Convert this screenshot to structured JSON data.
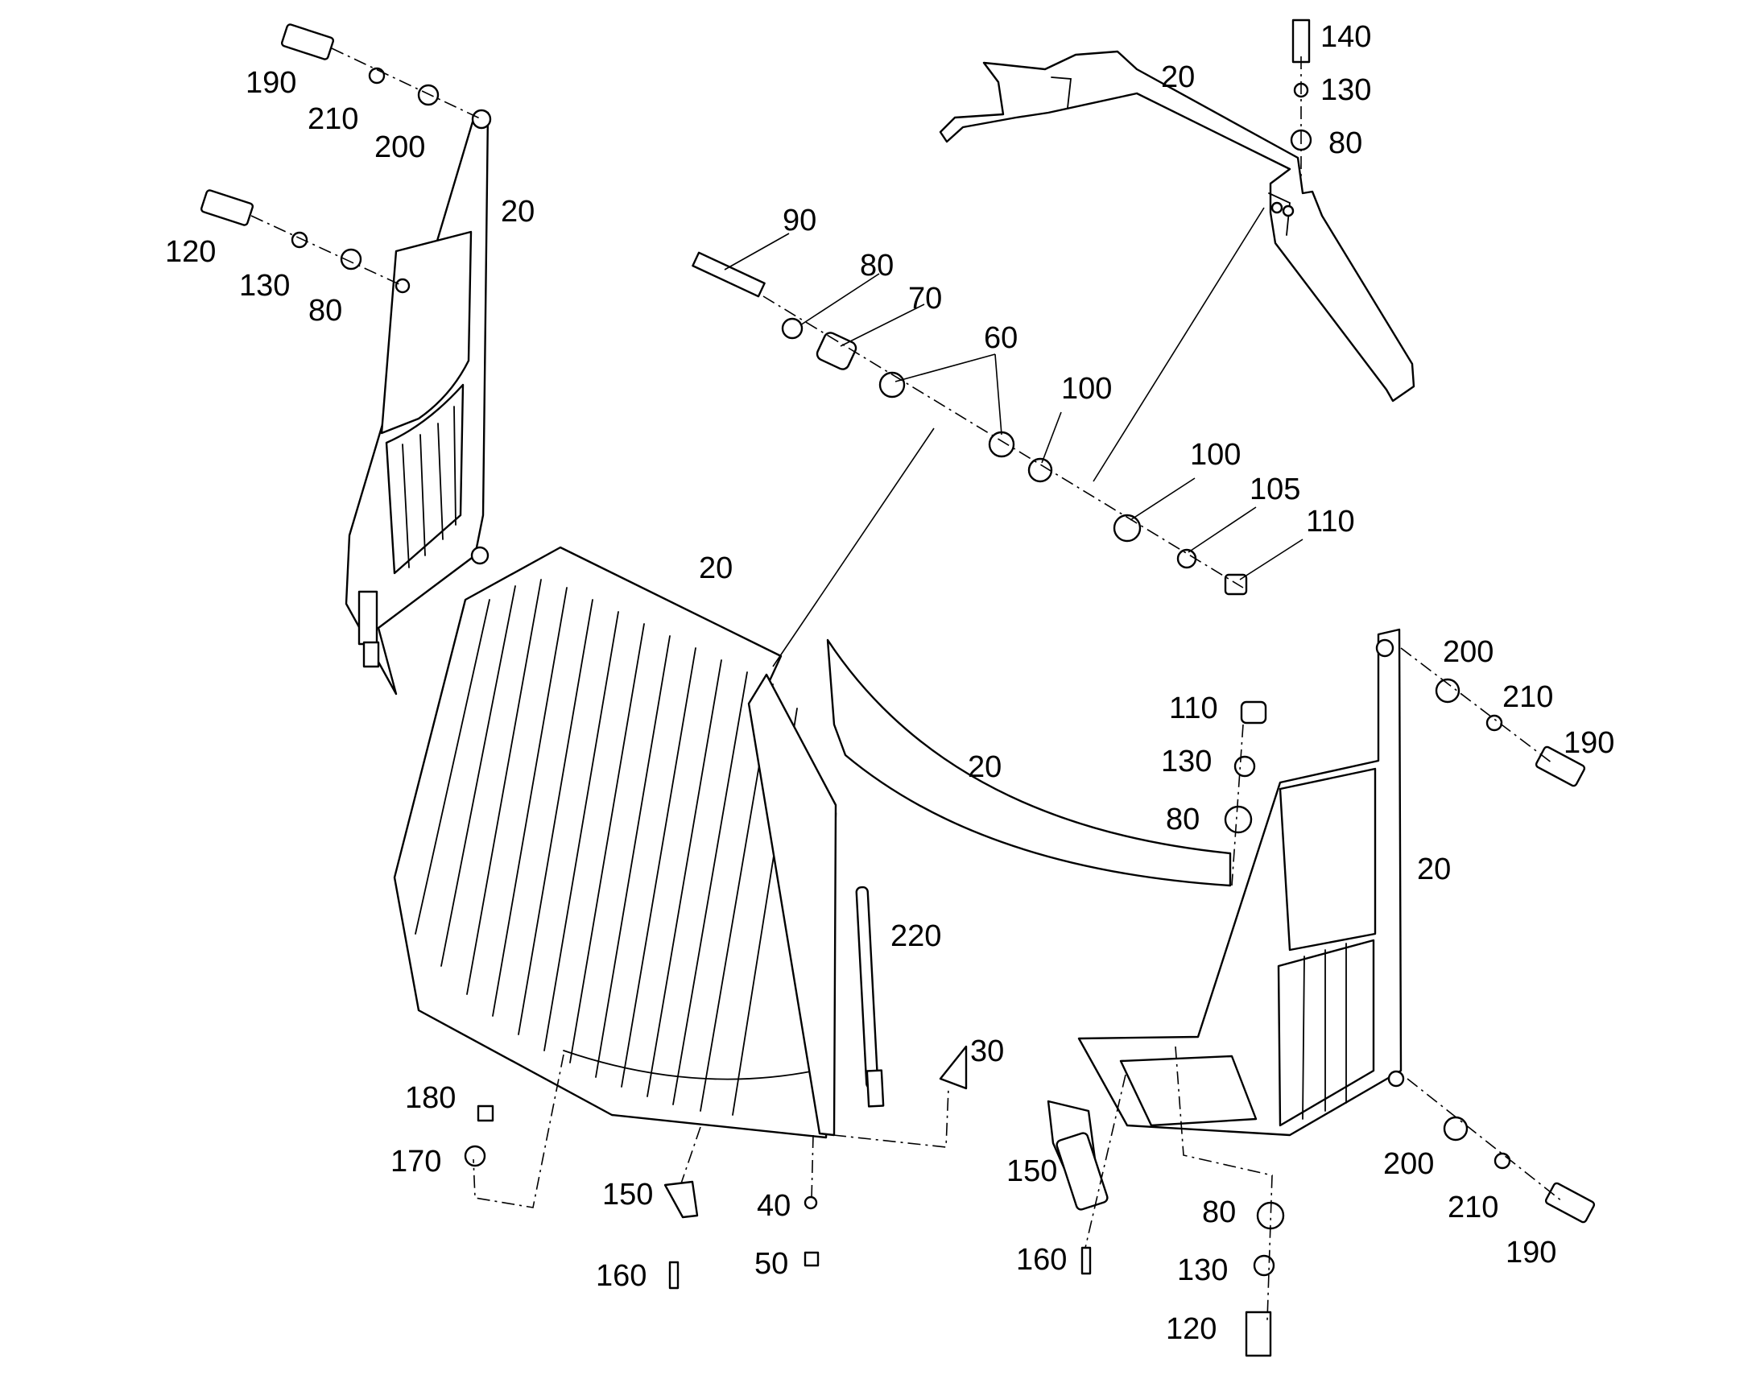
{
  "callouts": [
    "190",
    "210",
    "200",
    "20",
    "120",
    "130",
    "80",
    "20",
    "140",
    "130",
    "80",
    "90",
    "80",
    "70",
    "60",
    "100",
    "100",
    "105",
    "110",
    "20",
    "20",
    "20",
    "200",
    "210",
    "190",
    "110",
    "130",
    "80",
    "220",
    "30",
    "180",
    "170",
    "150",
    "160",
    "40",
    "50",
    "150",
    "160",
    "200",
    "210",
    "190",
    "80",
    "130",
    "120"
  ],
  "colors": {
    "line": "#000000",
    "background": "#ffffff"
  }
}
